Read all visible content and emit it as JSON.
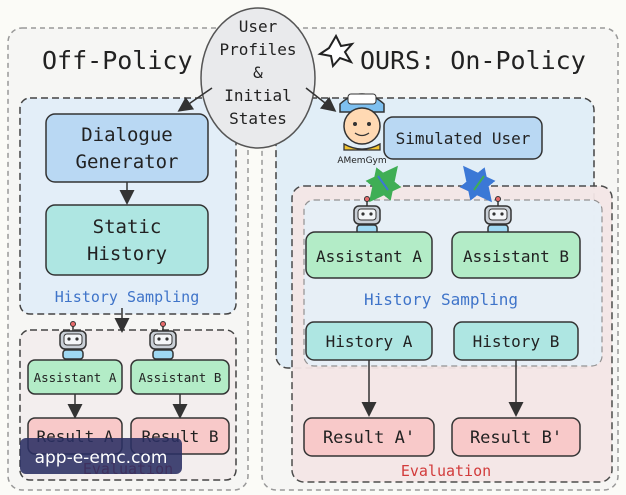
{
  "left_panel": {
    "title": "Off-Policy",
    "dialogue_generator": [
      "Dialogue",
      "Generator"
    ],
    "static_history": [
      "Static",
      "History"
    ],
    "history_sampling": "History Sampling",
    "assistant_a": "Assistant A",
    "assistant_b": "Assistant B",
    "result_a": "Result A",
    "result_b": "Result B",
    "evaluation": "Evaluation"
  },
  "center_bubble": [
    "User",
    "Profiles",
    "&",
    "Initial",
    "States"
  ],
  "right_panel": {
    "title": "OURS: On-Policy",
    "simulated_user": "Simulated User",
    "mascot_label": "AMemGym",
    "assistant_a": "Assistant A",
    "assistant_b": "Assistant B",
    "history_sampling": "History Sampling",
    "history_a": "History A",
    "history_b": "History B",
    "result_a": "Result A'",
    "result_b": "Result B'",
    "evaluation": "Evaluation"
  },
  "watermark": "app-e-emc.com",
  "colors": {
    "blue_box": "#b9d8f3",
    "teal_box": "#aee6e2",
    "green_box": "#b3ecc7",
    "red_box": "#f8c9c9",
    "blue_label": "#3f74c9",
    "red_label": "#d23b3b",
    "green_arrow": "#3fae55",
    "blue_arrow": "#3b78d6"
  }
}
